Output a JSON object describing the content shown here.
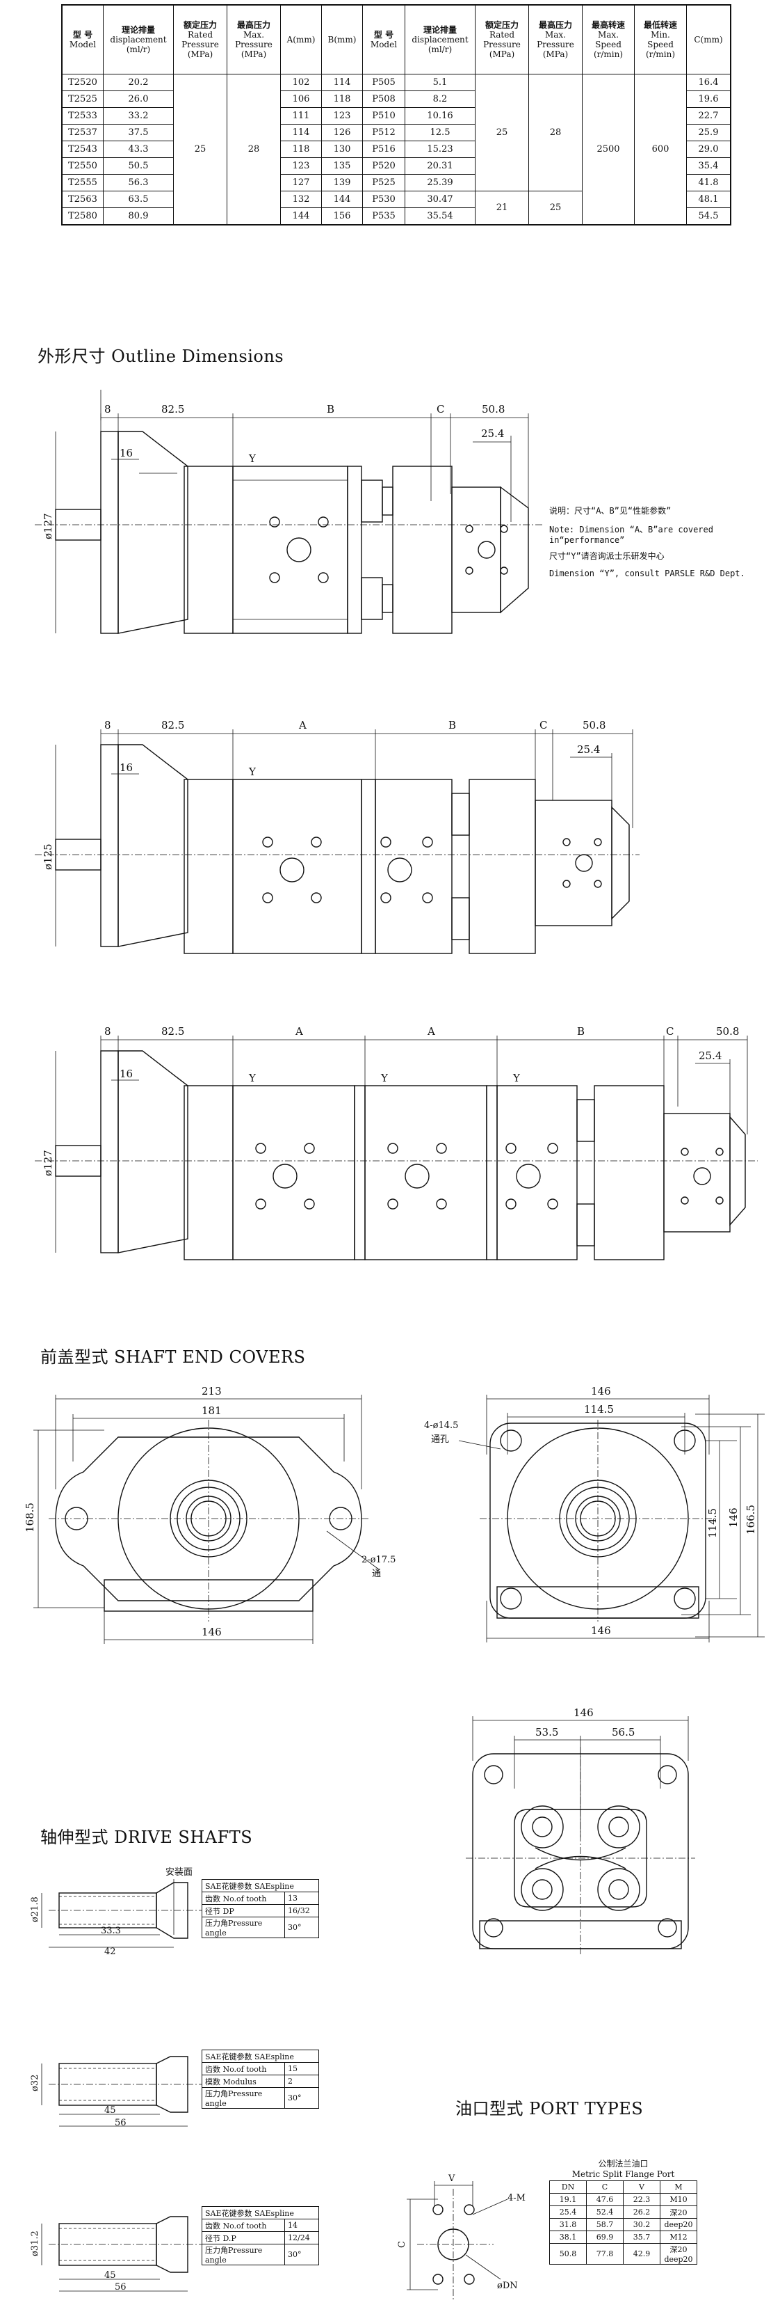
{
  "table": {
    "headers": {
      "model": {
        "zh": "型 号",
        "en": "Model"
      },
      "disp": {
        "zh": "理论排量",
        "en1": "displacement",
        "en2": "(ml/r)"
      },
      "rated": {
        "zh": "额定压力",
        "en1": "Rated",
        "en2": "Pressure",
        "en3": "(MPa)"
      },
      "max": {
        "zh": "最高压力",
        "en1": "Max.",
        "en2": "Pressure",
        "en3": "(MPa)"
      },
      "a": "A(mm)",
      "b": "B(mm)",
      "model2": {
        "zh": "型 号",
        "en": "Model"
      },
      "disp2": {
        "zh": "理论排量",
        "en1": "displacement",
        "en2": "(ml/r)"
      },
      "rated2": {
        "zh": "额定压力",
        "en1": "Rated",
        "en2": "Pressure",
        "en3": "(MPa)"
      },
      "max2": {
        "zh": "最高压力",
        "en1": "Max.",
        "en2": "Pressure",
        "en3": "(MPa)"
      },
      "maxspeed": {
        "zh": "最高转速",
        "en1": "Max.",
        "en2": "Speed",
        "en3": "(r/min)"
      },
      "minspeed": {
        "zh": "最低转速",
        "en1": "Min.",
        "en2": "Speed",
        "en3": "(r/min)"
      },
      "c": "C(mm)"
    },
    "rows": [
      {
        "m": "T2520",
        "d": "20.2",
        "a": "102",
        "b": "114",
        "m2": "P505",
        "d2": "5.1",
        "c": "16.4"
      },
      {
        "m": "T2525",
        "d": "26.0",
        "a": "106",
        "b": "118",
        "m2": "P508",
        "d2": "8.2",
        "c": "19.6"
      },
      {
        "m": "T2533",
        "d": "33.2",
        "a": "111",
        "b": "123",
        "m2": "P510",
        "d2": "10.16",
        "c": "22.7"
      },
      {
        "m": "T2537",
        "d": "37.5",
        "a": "114",
        "b": "126",
        "m2": "P512",
        "d2": "12.5",
        "c": "25.9"
      },
      {
        "m": "T2543",
        "d": "43.3",
        "a": "118",
        "b": "130",
        "m2": "P516",
        "d2": "15.23",
        "c": "29.0"
      },
      {
        "m": "T2550",
        "d": "50.5",
        "a": "123",
        "b": "135",
        "m2": "P520",
        "d2": "20.31",
        "c": "35.4"
      },
      {
        "m": "T2555",
        "d": "56.3",
        "a": "127",
        "b": "139",
        "m2": "P525",
        "d2": "25.39",
        "c": "41.8"
      },
      {
        "m": "T2563",
        "d": "63.5",
        "a": "132",
        "b": "144",
        "m2": "P530",
        "d2": "30.47",
        "c": "48.1"
      },
      {
        "m": "T2580",
        "d": "80.9",
        "a": "144",
        "b": "156",
        "m2": "P535",
        "d2": "35.54",
        "c": "54.5"
      }
    ],
    "merged": {
      "rated": "25",
      "max": "28",
      "rated2_top": "25",
      "max2_top": "28",
      "rated2_bot": "21",
      "max2_bot": "25",
      "maxspeed": "2500",
      "minspeed": "600"
    }
  },
  "sections": {
    "outline": "外形尺寸 Outline Dimensions",
    "covers": "前盖型式 SHAFT END COVERS",
    "shafts": "轴伸型式 DRIVE SHAFTS",
    "ports": "油口型式 PORT TYPES"
  },
  "notes": {
    "n1": "说明：尺寸“A、B”见“性能参数”",
    "n2": "Note: Dimension “A、B”are covered in“performance”",
    "n3": "尺寸“Y”请咨询派士乐研发中心",
    "n4": "Dimension “Y”, consult PARSLE R&D Dept."
  },
  "dims": {
    "d8": "8",
    "d825": "82.5",
    "A": "A",
    "B": "B",
    "C": "C",
    "d508": "50.8",
    "d254": "25.4",
    "d16": "16",
    "Y": "Y",
    "dia127": "ø127",
    "dia125": "ø125",
    "d213": "213",
    "d181": "181",
    "d1685": "168.5",
    "d146": "146",
    "hole1": "2-ø17.5",
    "hole1b": "通",
    "d1445": "114.5",
    "hole2": "4-ø14.5",
    "hole2b": "通孔",
    "d1665": "166.5",
    "d535": "53.5",
    "d565": "56.5",
    "mount": "安装面",
    "dia218": "ø21.8",
    "d333": "33.3",
    "d42": "42",
    "dia32": "ø32",
    "d45": "45",
    "d56": "56",
    "dia312": "ø31.2",
    "pV": "V",
    "pC": "C",
    "p4M": "4-M",
    "pDN": "øDN"
  },
  "spline1": {
    "title": "SAE花键参数 SAEspline",
    "rows": [
      [
        "齿数 No.of tooth",
        "13"
      ],
      [
        "径节 DP",
        "16/32"
      ],
      [
        "压力角Pressure angle",
        "30°"
      ]
    ]
  },
  "spline2": {
    "title": "SAE花键参数 SAEspline",
    "rows": [
      [
        "齿数 No.of tooth",
        "15"
      ],
      [
        "模数 Modulus",
        "2"
      ],
      [
        "压力角Pressure angle",
        "30°"
      ]
    ]
  },
  "spline3": {
    "title": "SAE花键参数 SAEspline",
    "rows": [
      [
        "齿数 No.of tooth",
        "14"
      ],
      [
        "径节 D.P",
        "12/24"
      ],
      [
        "压力角Pressure angle",
        "30°"
      ]
    ]
  },
  "flange": {
    "title": "公制法兰油口",
    "subtitle": "Metric Split Flange Port",
    "head": [
      "DN",
      "C",
      "V",
      "M"
    ],
    "rows": [
      [
        "19.1",
        "47.6",
        "22.3",
        "M10"
      ],
      [
        "25.4",
        "52.4",
        "26.2",
        "深20"
      ],
      [
        "31.8",
        "58.7",
        "30.2",
        "deep20"
      ],
      [
        "38.1",
        "69.9",
        "35.7",
        "M12"
      ],
      [
        "50.8",
        "77.8",
        "42.9",
        "深20 deep20"
      ]
    ]
  }
}
